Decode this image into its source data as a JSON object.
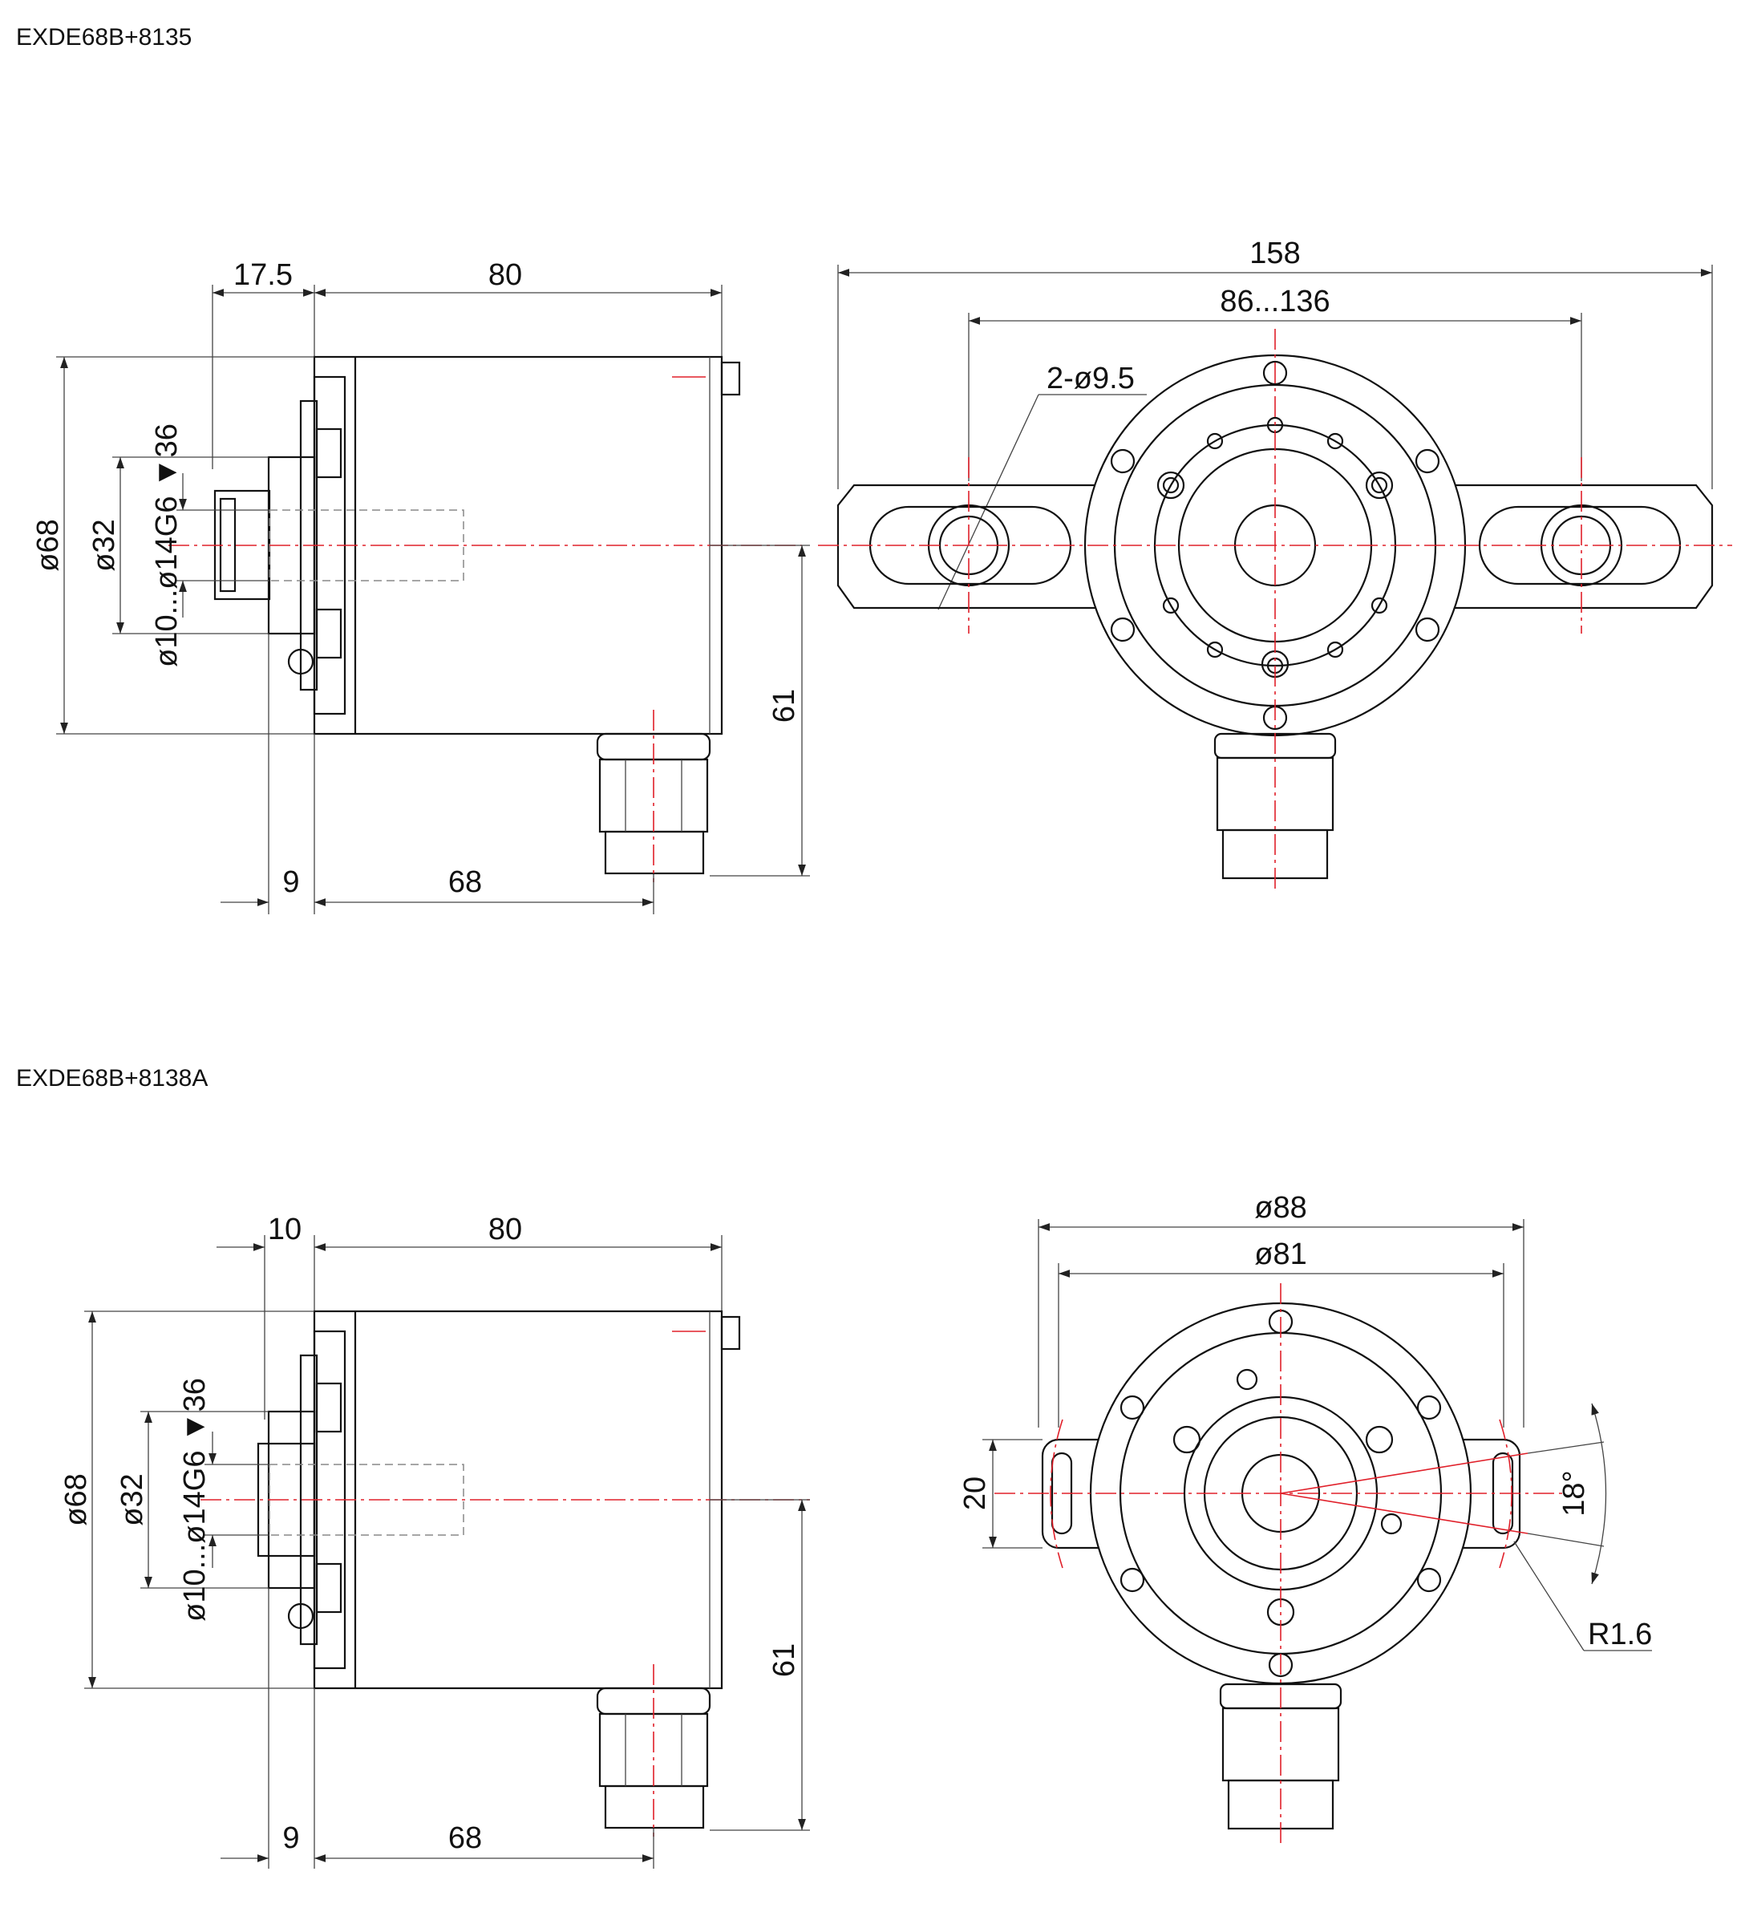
{
  "drawings": [
    {
      "model": "EXDE68B+8135",
      "side_view": {
        "dims": {
          "flange_offset": "17.5",
          "body_length": "80",
          "outer_dia": "ø68",
          "shaft_dia": "ø32",
          "bore": "ø10...ø14G6 ▼36",
          "connector_offset": "9",
          "connector_pos": "68",
          "connector_height": "61"
        }
      },
      "front_view": {
        "dims": {
          "overall_width": "158",
          "slot_range": "86...136",
          "holes": "2-ø9.5"
        }
      }
    },
    {
      "model": "EXDE68B+8138A",
      "side_view": {
        "dims": {
          "flange_offset": "10",
          "body_length": "80",
          "outer_dia": "ø68",
          "shaft_dia": "ø32",
          "bore": "ø10...ø14G6 ▼36",
          "connector_offset": "9",
          "connector_pos": "68",
          "connector_height": "61"
        }
      },
      "front_view": {
        "dims": {
          "mount_dia": "ø88",
          "bolt_circle": "ø81",
          "slot_height": "20",
          "angle": "18°",
          "radius": "R1.6"
        }
      }
    }
  ]
}
